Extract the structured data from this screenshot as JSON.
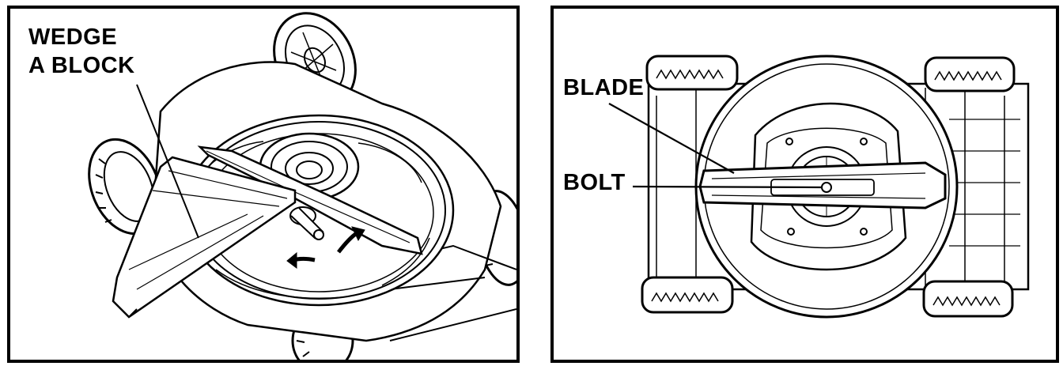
{
  "left_panel": {
    "label_line1": "WEDGE",
    "label_line2": "A BLOCK"
  },
  "right_panel": {
    "blade_label": "BLADE",
    "bolt_label": "BOLT"
  },
  "colors": {
    "ink": "#000000",
    "paper": "#ffffff"
  }
}
